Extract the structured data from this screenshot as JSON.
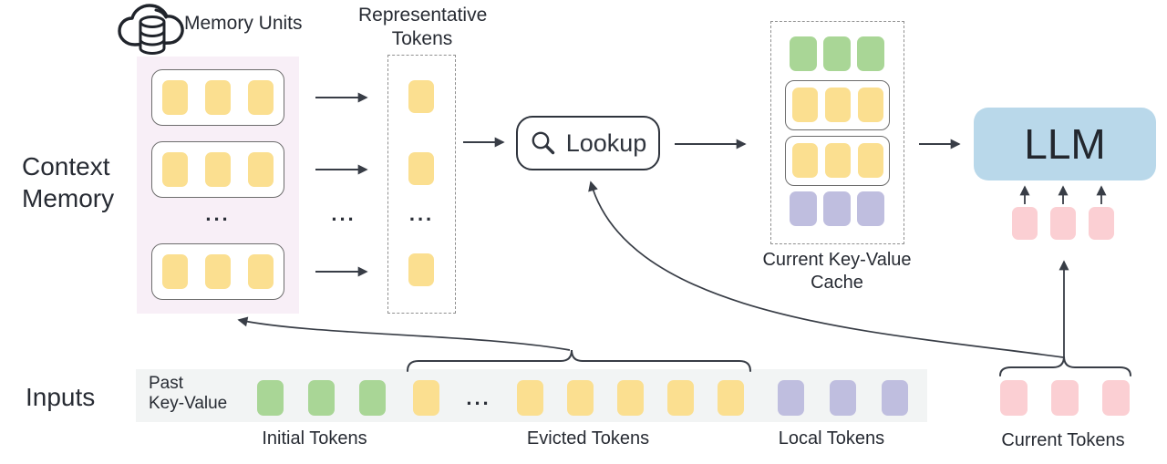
{
  "ellipsis": "...",
  "context_memory": {
    "label_line1": "Context",
    "label_line2": "Memory",
    "unit_rows": 3,
    "tokens_per_unit": 3
  },
  "memory_units": {
    "label": "Memory Units",
    "icon": "cloud-database-icon"
  },
  "representative_tokens": {
    "label_line1": "Representative",
    "label_line2": "Tokens",
    "visible_tokens": 3
  },
  "lookup": {
    "label": "Lookup",
    "icon": "magnifier-icon"
  },
  "current_kv_cache": {
    "label_line1": "Current Key-Value",
    "label_line2": "Cache",
    "rows": [
      {
        "name": "initial",
        "color": "#a9d696",
        "count": 3,
        "boxed": false
      },
      {
        "name": "retrieved-unit-1",
        "color": "#fbdf90",
        "count": 3,
        "boxed": true
      },
      {
        "name": "retrieved-unit-2",
        "color": "#fbdf90",
        "count": 3,
        "boxed": true
      },
      {
        "name": "local",
        "color": "#bfbedf",
        "count": 3,
        "boxed": false
      }
    ]
  },
  "llm": {
    "label": "LLM",
    "input_tokens": {
      "color": "#fbcfd3",
      "count": 3
    }
  },
  "inputs": {
    "label": "Inputs",
    "past_kv_line1": "Past",
    "past_kv_line2": "Key-Value",
    "groups": [
      {
        "label": "Initial Tokens",
        "color": "#a9d696",
        "count": 3
      },
      {
        "label": "Evicted Tokens",
        "color": "#fbdf90",
        "count_visible": 6,
        "truncated": true
      },
      {
        "label": "Local Tokens",
        "color": "#bfbedf",
        "count": 3
      },
      {
        "label": "Current Tokens",
        "color": "#fbcfd3",
        "count": 3
      }
    ]
  },
  "colors": {
    "token_yellow": "#fbdf90",
    "token_green": "#a9d696",
    "token_purple": "#bfbedf",
    "token_pink": "#fbcfd3",
    "llm_blue": "#b9d8ea",
    "memory_panel_pink": "#f8eff7",
    "input_strip_gray": "#f2f4f4",
    "stroke_dark": "#383d46",
    "text_dark": "#272b33"
  }
}
